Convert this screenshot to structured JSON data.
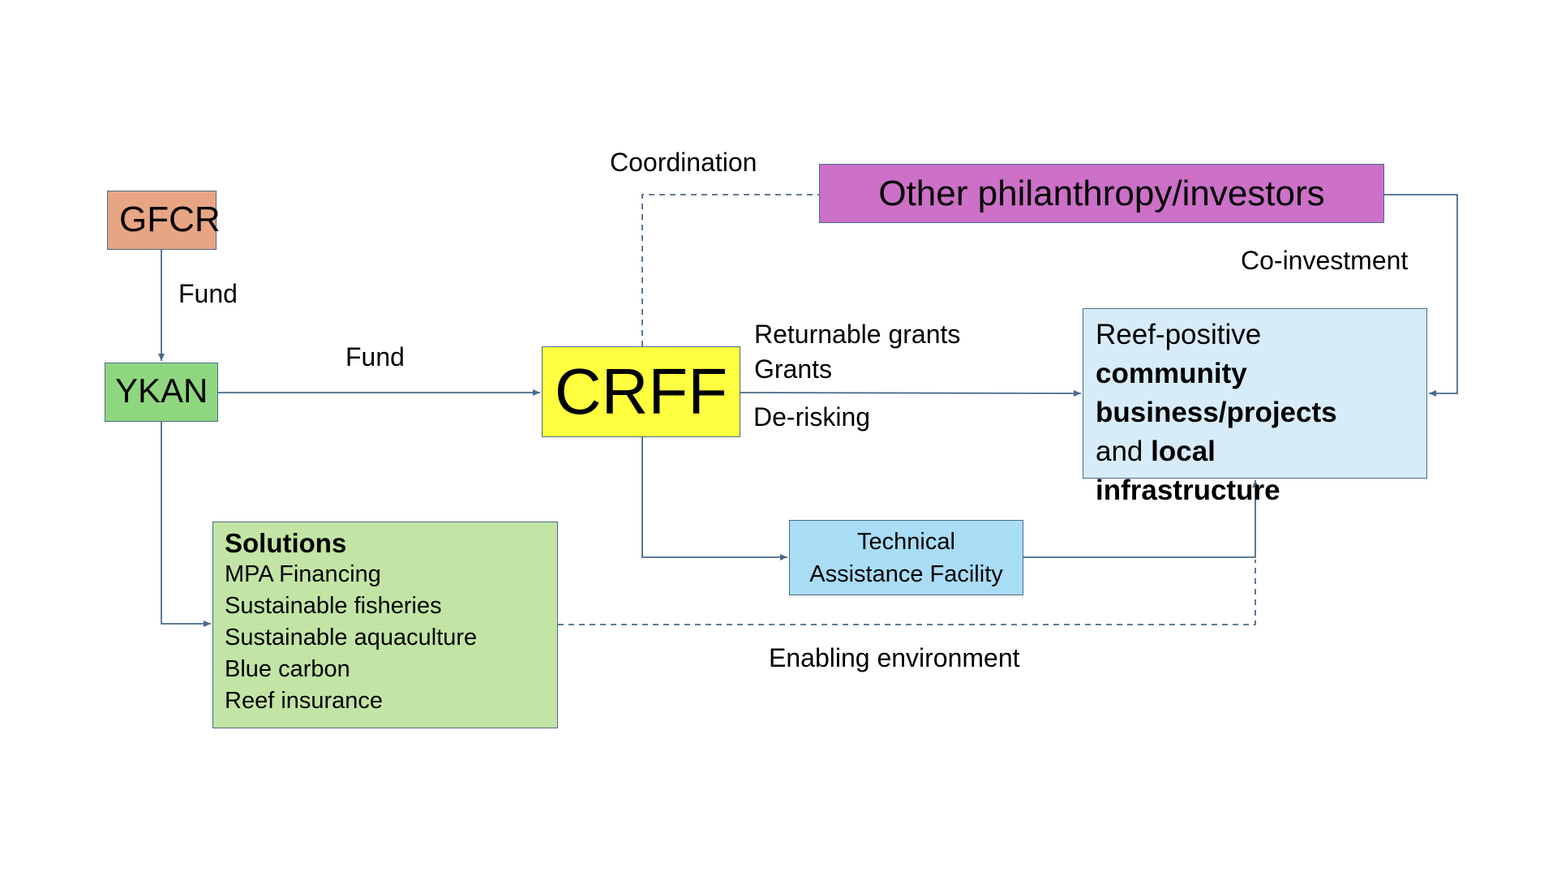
{
  "nodes": {
    "gfcr": "GFCR",
    "ykan": "YKAN",
    "crff": "CRFF",
    "other": "Other philanthropy/investors",
    "reef": {
      "line1": "Reef-positive",
      "line2": "community",
      "line3": "business/projects",
      "line4a": "and ",
      "line4b": "local",
      "line5": "infrastructure"
    },
    "taf": {
      "line1": "Technical",
      "line2": "Assistance Facility"
    },
    "solutions": {
      "title": "Solutions",
      "items": [
        "MPA Financing",
        "Sustainable fisheries",
        "Sustainable aquaculture",
        "Blue carbon",
        "Reef insurance"
      ]
    }
  },
  "edge_labels": {
    "fund_gfcr_ykan": "Fund",
    "fund_ykan_crff": "Fund",
    "coordination": "Coordination",
    "co_investment": "Co-investment",
    "returnable_grants": "Returnable grants",
    "grants": "Grants",
    "de_risking": "De-risking",
    "enabling_environment": "Enabling environment"
  },
  "colors": {
    "gfcr": "#e8a584",
    "ykan": "#8fd77e",
    "crff": "#ffff3f",
    "other": "#cc70c8",
    "reef": "#d6ecf8",
    "taf": "#a9dcf5",
    "solutions": "#c2e4a4",
    "connector": "#4a6a8a"
  }
}
